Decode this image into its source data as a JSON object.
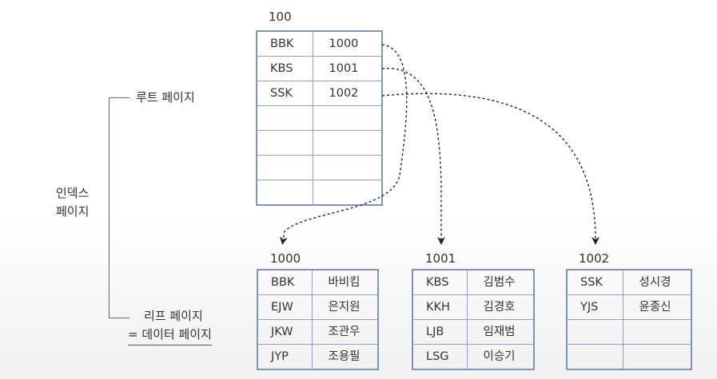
{
  "root": {
    "page_id": "100",
    "rows": [
      {
        "key": "BBK",
        "ptr": "1000"
      },
      {
        "key": "KBS",
        "ptr": "1001"
      },
      {
        "key": "SSK",
        "ptr": "1002"
      },
      {
        "key": "",
        "ptr": ""
      },
      {
        "key": "",
        "ptr": ""
      },
      {
        "key": "",
        "ptr": ""
      },
      {
        "key": "",
        "ptr": ""
      }
    ]
  },
  "leaves": [
    {
      "page_id": "1000",
      "rows": [
        {
          "key": "BBK",
          "name": "바비킴"
        },
        {
          "key": "EJW",
          "name": "은지원"
        },
        {
          "key": "JKW",
          "name": "조관우"
        },
        {
          "key": "JYP",
          "name": "조용필"
        }
      ]
    },
    {
      "page_id": "1001",
      "rows": [
        {
          "key": "KBS",
          "name": "김범수"
        },
        {
          "key": "KKH",
          "name": "김경호"
        },
        {
          "key": "LJB",
          "name": "임재범"
        },
        {
          "key": "LSG",
          "name": "이승기"
        }
      ]
    },
    {
      "page_id": "1002",
      "rows": [
        {
          "key": "SSK",
          "name": "성시경"
        },
        {
          "key": "YJS",
          "name": "윤종신"
        },
        {
          "key": "",
          "name": ""
        },
        {
          "key": "",
          "name": ""
        }
      ]
    }
  ],
  "labels": {
    "root_page": "루트 페이지",
    "index_page_line1": "인덱스",
    "index_page_line2": "페이지",
    "leaf_page_line1": "리프 페이지",
    "leaf_page_line2": "= 데이터 페이지"
  },
  "colors": {
    "table_border": "#7f93bf",
    "arrow": "#222222"
  }
}
